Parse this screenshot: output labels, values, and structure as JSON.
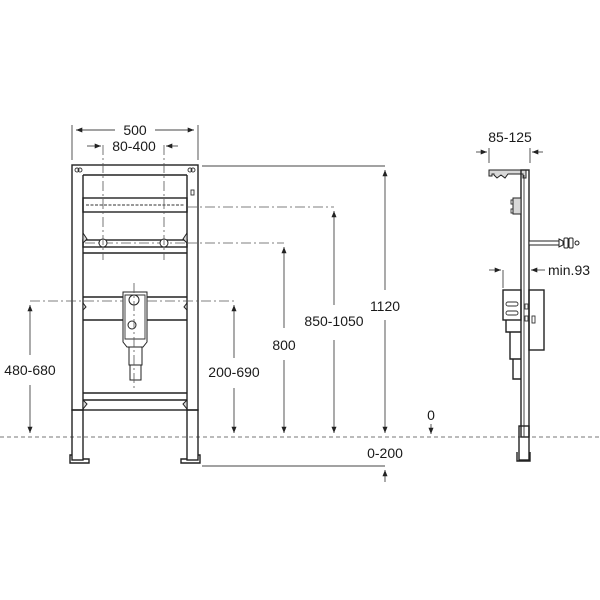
{
  "front_view": {
    "width_label": "500",
    "fixing_range_label": "80-400",
    "waste_height_label": "480-680",
    "supply_height_label": "200-690"
  },
  "height_dimensions": {
    "crossbar_label": "800",
    "bracket_label": "850-1050",
    "total_height_label": "1120",
    "floor_label": "0",
    "foot_adjust_label": "0-200"
  },
  "side_view": {
    "depth_label": "85-125",
    "min_depth_label": "min.93"
  },
  "colors": {
    "line": "#222222",
    "dimension": "#444444",
    "floor_line": "#777777",
    "fill_grey": "#d8d8d8",
    "background": "#ffffff"
  }
}
